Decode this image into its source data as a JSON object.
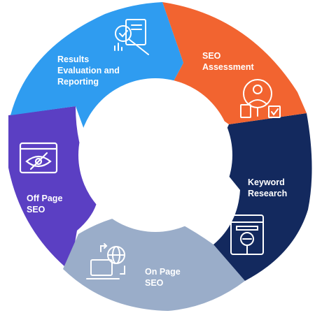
{
  "cycle": {
    "steps": [
      {
        "label_lines": [
          "SEO",
          "Assessment"
        ],
        "color": "#F26430",
        "icon": "person-magnifier-icon"
      },
      {
        "label_lines": [
          "Keyword",
          "Research"
        ],
        "color": "#13295E",
        "icon": "search-document-icon"
      },
      {
        "label_lines": [
          "On Page",
          "SEO"
        ],
        "color": "#9AADC9",
        "icon": "globe-laptop-icon"
      },
      {
        "label_lines": [
          "Off Page",
          "SEO"
        ],
        "color": "#5B3FC3",
        "icon": "hidden-eye-icon"
      },
      {
        "label_lines": [
          "Results",
          "Evaluation and",
          "Reporting"
        ],
        "color": "#2F9CF0",
        "icon": "report-magnifier-icon"
      }
    ]
  }
}
